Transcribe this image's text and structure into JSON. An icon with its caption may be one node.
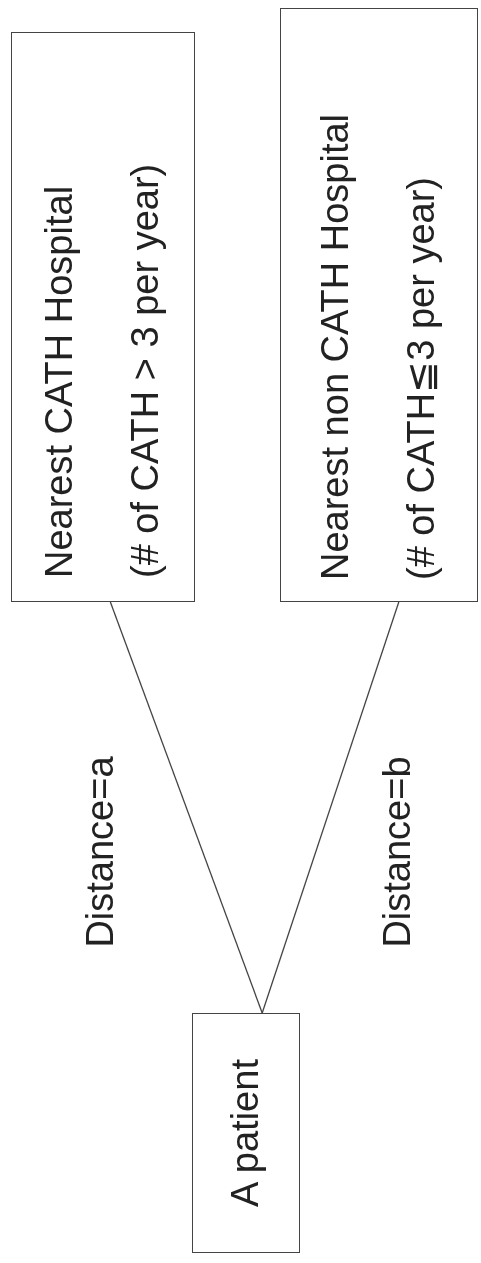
{
  "diagram": {
    "nodes": [
      {
        "text": [
          "Nearest CATH Hospital",
          "(# of CATH > 3 per year)"
        ]
      },
      {
        "text": [
          "Nearest non CATH Hospital",
          "(# of CATH≦3 per year)"
        ]
      },
      {
        "text": [
          "A patient"
        ]
      }
    ],
    "edges": [
      {
        "from": 2,
        "to": 0,
        "arrow": "none",
        "label": "Distance=a"
      },
      {
        "from": 2,
        "to": 1,
        "arrow": "none",
        "label": "Distance=b"
      }
    ]
  }
}
